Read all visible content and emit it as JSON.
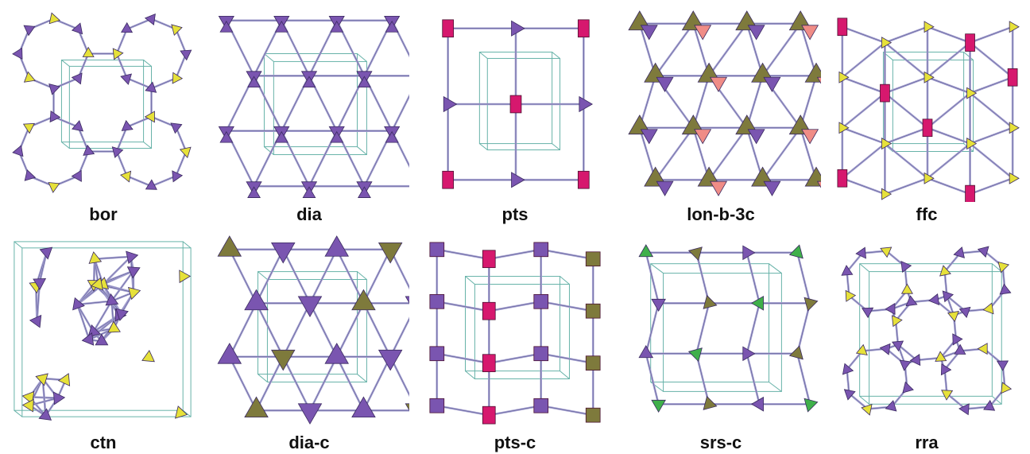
{
  "colors": {
    "purple": "#7a55b0",
    "yellow": "#e6e13a",
    "magenta": "#d6186e",
    "pink": "#f08c86",
    "olive": "#7e7a3c",
    "green": "#3fb04a",
    "bond": "#a39fcf",
    "cell": "#66b2a8"
  },
  "panels": [
    {
      "id": "bor",
      "label": "bor",
      "style": "bor"
    },
    {
      "id": "dia",
      "label": "dia",
      "style": "dia"
    },
    {
      "id": "pts",
      "label": "pts",
      "style": "pts"
    },
    {
      "id": "lon-b-3c",
      "label": "lon-b-3c",
      "style": "lon"
    },
    {
      "id": "ffc",
      "label": "ffc",
      "style": "ffc"
    },
    {
      "id": "ctn",
      "label": "ctn",
      "style": "ctn"
    },
    {
      "id": "dia-c",
      "label": "dia-c",
      "style": "diac"
    },
    {
      "id": "pts-c",
      "label": "pts-c",
      "style": "ptsc"
    },
    {
      "id": "srs-c",
      "label": "srs-c",
      "style": "srsc"
    },
    {
      "id": "rra",
      "label": "rra",
      "style": "rra"
    }
  ]
}
